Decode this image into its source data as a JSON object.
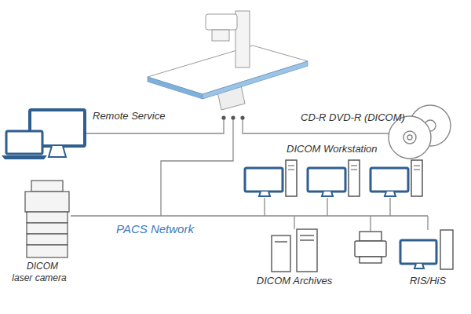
{
  "diagram": {
    "nodes": [
      {
        "text": [
          "Remote Service"
        ]
      },
      {
        "text": [
          "CD-R DVD-R (DICOM)"
        ]
      },
      {
        "text": [
          "DICOM Workstation"
        ]
      },
      {
        "text": [
          "DICOM laser camera"
        ]
      },
      {
        "text": [
          "DICOM Archives"
        ]
      },
      {
        "text": [
          "RIS/HiS"
        ]
      }
    ],
    "labels": [
      "PACS Network"
    ]
  }
}
